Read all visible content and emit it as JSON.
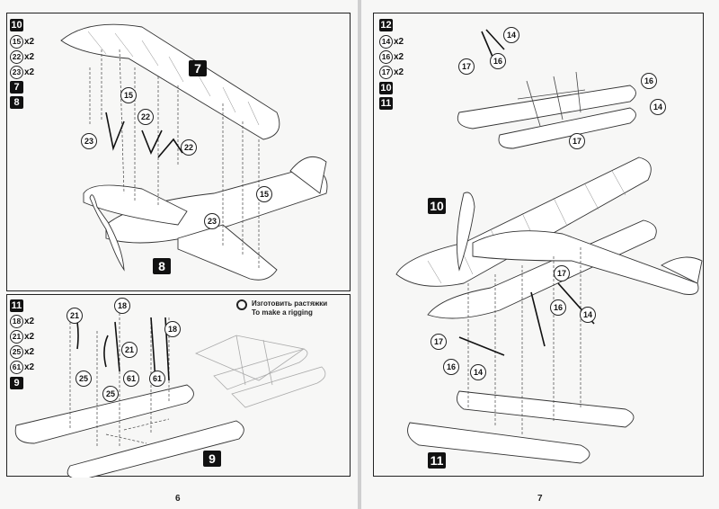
{
  "left_page": {
    "page_number": "6",
    "panel_top": {
      "steps": [
        "10",
        "7",
        "8"
      ],
      "parts_list": [
        {
          "part": "15",
          "qty": "x2"
        },
        {
          "part": "22",
          "qty": "x2"
        },
        {
          "part": "23",
          "qty": "x2"
        }
      ],
      "assembly_labels": {
        "upper_wing": "7",
        "lower_assembly": "8"
      },
      "callouts": {
        "c15a": "15",
        "c22a": "22",
        "c22b": "22",
        "c23a": "23",
        "c23b": "23",
        "c15b": "15"
      }
    },
    "panel_bottom": {
      "steps": [
        "11",
        "9"
      ],
      "parts_list": [
        {
          "part": "18",
          "qty": "x2"
        },
        {
          "part": "21",
          "qty": "x2"
        },
        {
          "part": "25",
          "qty": "x2"
        },
        {
          "part": "61",
          "qty": "x2"
        }
      ],
      "assembly_label": "9",
      "rigging_note": {
        "ru": "Изготовить растяжки",
        "en": "To make a rigging"
      },
      "callouts": {
        "c21a": "21",
        "c18a": "18",
        "c21b": "21",
        "c18b": "18",
        "c25a": "25",
        "c25b": "25",
        "c61a": "61",
        "c61b": "61"
      }
    }
  },
  "right_page": {
    "page_number": "7",
    "panel": {
      "steps": [
        "12",
        "10",
        "11"
      ],
      "parts_list": [
        {
          "part": "14",
          "qty": "x2"
        },
        {
          "part": "16",
          "qty": "x2"
        },
        {
          "part": "17",
          "qty": "x2"
        }
      ],
      "assembly_labels": {
        "fuselage": "10",
        "floats": "11"
      },
      "callouts": {
        "c14a": "14",
        "c16a": "16",
        "c17a": "17",
        "c16b": "16",
        "c14b": "14",
        "c17b": "17",
        "c17c": "17",
        "c16c": "16",
        "c14c": "14",
        "c17d": "17",
        "c16d": "16",
        "c14d": "14"
      }
    }
  }
}
